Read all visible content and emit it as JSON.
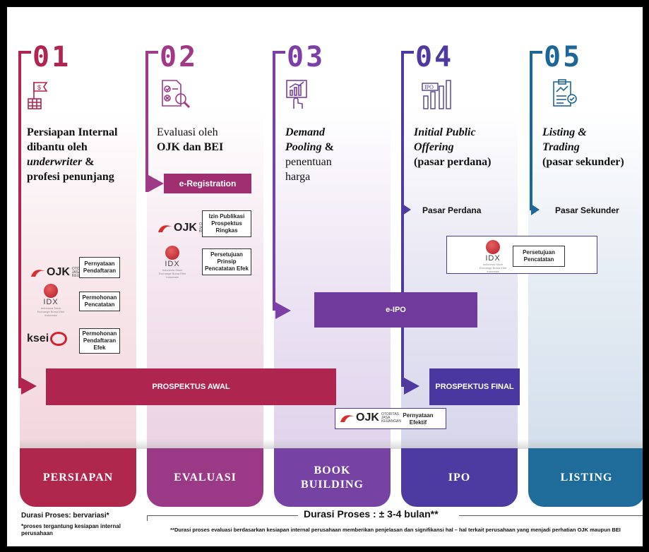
{
  "colors": {
    "step1": "#b0244f",
    "step2": "#a03a86",
    "step3": "#7b3fa6",
    "step4": "#4f3aa0",
    "step5": "#1e6696",
    "phase1": "#b0274e",
    "phase2": "#9a3a87",
    "phase3": "#7642a3",
    "phase4": "#4e3ba1",
    "phase5": "#1f6b99"
  },
  "steps": [
    {
      "number": "01",
      "icon": "flag-building-icon",
      "title_lines": [
        "Persiapan Internal",
        "dibantu oleh",
        "underwriter &",
        "profesi penunjang"
      ]
    },
    {
      "number": "02",
      "icon": "document-review-icon",
      "title_lines": [
        "Evaluasi oleh",
        "OJK dan BEI"
      ]
    },
    {
      "number": "03",
      "icon": "chart-touch-icon",
      "title_lines": [
        "Demand",
        "Pooling &",
        "penentuan",
        "harga"
      ]
    },
    {
      "number": "04",
      "icon": "ipo-building-icon",
      "title_lines": [
        "Initial Public",
        "Offering",
        "(pasar perdana)"
      ]
    },
    {
      "number": "05",
      "icon": "listing-clipboard-icon",
      "title_lines": [
        "Listing &",
        "Trading",
        "(pasar sekunder)"
      ]
    }
  ],
  "step1": {
    "title_a": "Persiapan Internal",
    "title_b": "dibantu oleh",
    "title_c": "underwriter",
    "title_c2": " &",
    "title_d": "profesi penunjang"
  },
  "step2": {
    "title_a": "Evaluasi oleh",
    "title_b": "OJK dan BEI"
  },
  "step3": {
    "title_a": "Demand",
    "title_b": "Pooling",
    "title_b2": " &",
    "title_c": "penentuan",
    "title_d": "harga"
  },
  "step4": {
    "title_a": "Initial Public",
    "title_b": "Offering",
    "title_c": "(pasar perdana)"
  },
  "step5": {
    "title_a": "Listing &",
    "title_b": "Trading",
    "title_c": "(pasar sekunder)"
  },
  "bars": {
    "e_registration": "e-Registration",
    "e_ipo": "e-IPO",
    "prospektus_awal": "PROSPEKTUS AWAL",
    "prospektus_final": "PROSPEKTUS FINAL"
  },
  "labels": {
    "pasar_perdana": "Pasar Perdana",
    "pasar_sekunder": "Pasar Sekunder"
  },
  "docs": {
    "pernyataan_pendaftaran": "Pernyataan Pendaftaran",
    "permohonan_pencatatan": "Permohonan Pencatatan",
    "permohonan_pendaftaran_efek": "Permohonan Pendaftaran Efek",
    "izin_publikasi": "Izin Publikasi Prospektus Ringkas",
    "persetujuan_prinsip": "Persetujuan Prinsip Pencatatan Efek",
    "persetujuan_pencatatan": "Persetujuan Pencatatan",
    "pernyataan_efektif": "Pernyataan Efektif"
  },
  "logos": {
    "ojk": "OJK",
    "ojk_small": "OTORITAS JASA KEUANGAN",
    "idx": "IDX",
    "idx_small": "Indonesia Stock Exchange Bursa Efek Indonesia",
    "ksei": "ksei"
  },
  "phases": [
    "PERSIAPAN",
    "EVALUASI",
    "BOOK BUILDING",
    "IPO",
    "LISTING"
  ],
  "phase_lines": {
    "book1": "BOOK",
    "book2": "BUILDING"
  },
  "footer": {
    "durasi_bervariasi": "Durasi Proses: bervariasi*",
    "catatan": "*proses tergantung kesiapan internal perusahaan",
    "durasi_utama": "Durasi Proses : ± 3-4 bulan**",
    "catatan_utama": "**Durasi proses evaluasi berdasarkan kesiapan internal perusahaan memberikan penjelasan dan signifikansi hal – hal terkait perusahaan yang menjadi perhatian OJK maupun BEI"
  }
}
